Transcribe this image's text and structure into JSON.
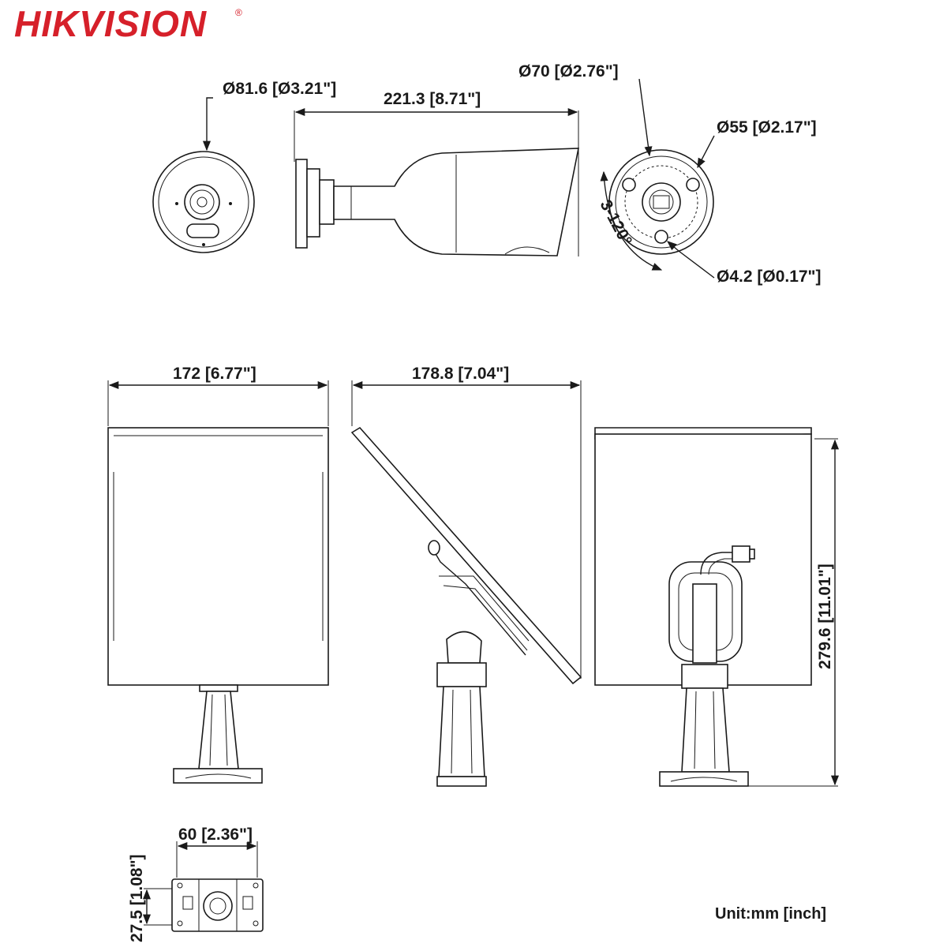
{
  "brand": {
    "logo_text": "HIKVISION",
    "logo_color": "#d6202a",
    "trademark": "®"
  },
  "dimensions": {
    "front_diameter": "Ø81.6 [Ø3.21\"]",
    "camera_length": "221.3 [8.71\"]",
    "base_diameter": "Ø70 [Ø2.76\"]",
    "hole_circle_diameter": "Ø55 [Ø2.17\"]",
    "holes": "3-120°",
    "hole_diameter": "Ø4.2 [Ø0.17\"]",
    "panel_width": "172 [6.77\"]",
    "panel_depth": "178.8 [7.04\"]",
    "panel_height": "279.6 [11.01\"]",
    "bracket_width": "60 [2.36\"]",
    "bracket_height": "27.5 [1.08\"]"
  },
  "unit_label": "Unit:mm [inch]",
  "colors": {
    "line": "#1a1a1a",
    "accent": "#d6202a"
  }
}
